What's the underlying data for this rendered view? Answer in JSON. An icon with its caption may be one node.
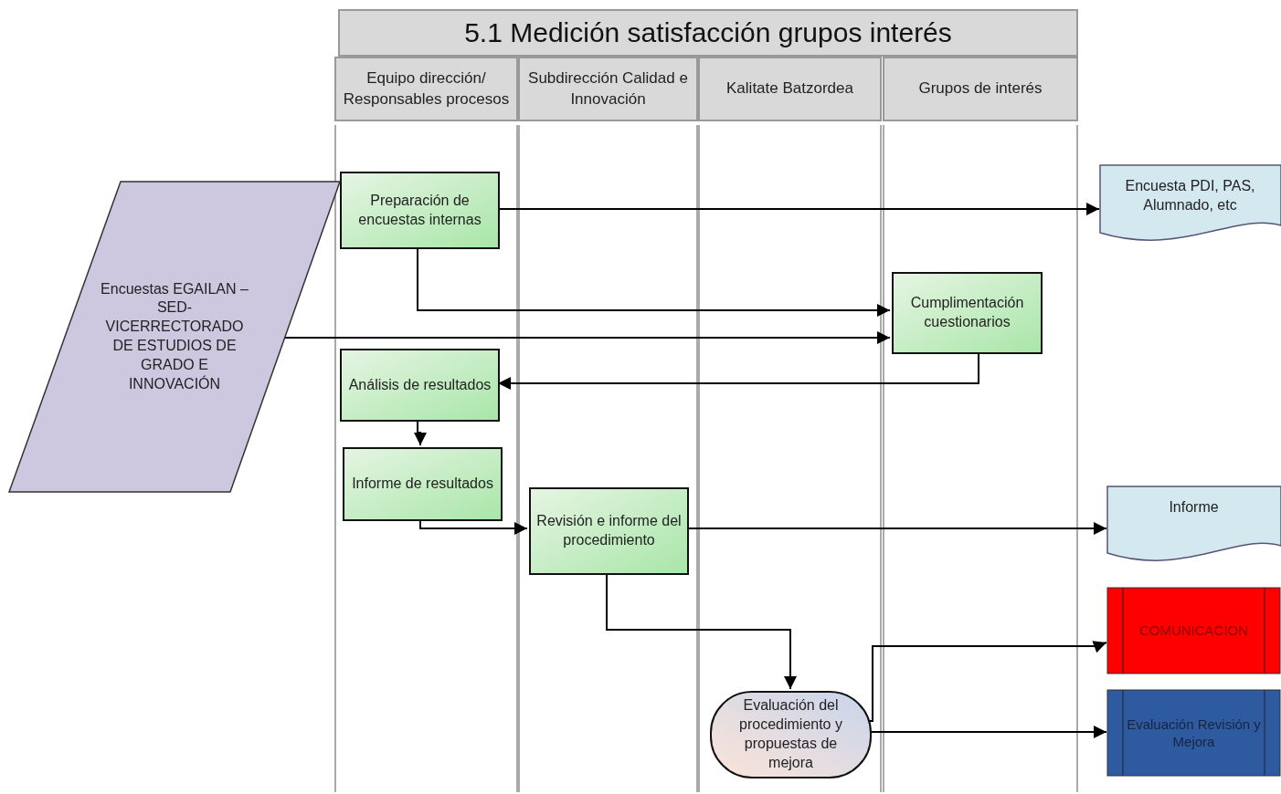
{
  "diagram": {
    "title": "5.1 Medición satisfacción grupos interés",
    "nodes": [
      {
        "text": [
          "Equipo dirección/ Responsables procesos"
        ]
      },
      {
        "text": [
          "Subdirección Calidad e Innovación"
        ]
      },
      {
        "text": [
          "Kalitate Batzordea"
        ]
      },
      {
        "text": [
          "Grupos de interés"
        ]
      },
      {
        "text": [
          "Encuestas EGAILAN – SED-VICERRECTORADO DE ESTUDIOS DE GRADO E INNOVACIÓN"
        ]
      },
      {
        "text": [
          "Preparación de encuestas internas"
        ],
        "in": 0
      },
      {
        "text": [
          "Encuesta PDI, PAS, Alumnado, etc"
        ]
      },
      {
        "text": [
          "Cumplimentación cuestionarios"
        ],
        "in": 3
      },
      {
        "text": [
          "Análisis de resultados"
        ],
        "in": 0
      },
      {
        "text": [
          "Informe de resultados"
        ],
        "in": 0
      },
      {
        "text": [
          "Revisión e informe del procedimiento"
        ],
        "in": 1
      },
      {
        "text": [
          "Informe"
        ]
      },
      {
        "text": [
          "COMUNICACION"
        ]
      },
      {
        "text": [
          "Evaluación Revisión y Mejora"
        ]
      },
      {
        "text": [
          "Evaluación del procedimiento y propuestas de mejora"
        ],
        "in": 2
      }
    ],
    "edges": [
      {
        "from": 5,
        "to": 6,
        "arrow": "to"
      },
      {
        "from": 5,
        "to": 7,
        "arrow": "to"
      },
      {
        "from": 4,
        "to": 7,
        "arrow": "to"
      },
      {
        "from": 7,
        "to": 8,
        "arrow": "to"
      },
      {
        "from": 8,
        "to": 9,
        "arrow": "to"
      },
      {
        "from": 9,
        "to": 10,
        "arrow": "to"
      },
      {
        "from": 10,
        "to": 11,
        "arrow": "to"
      },
      {
        "from": 10,
        "to": 14,
        "arrow": "to"
      },
      {
        "from": 14,
        "to": 12,
        "arrow": "to"
      },
      {
        "from": 14,
        "to": 13,
        "arrow": "to"
      }
    ]
  }
}
